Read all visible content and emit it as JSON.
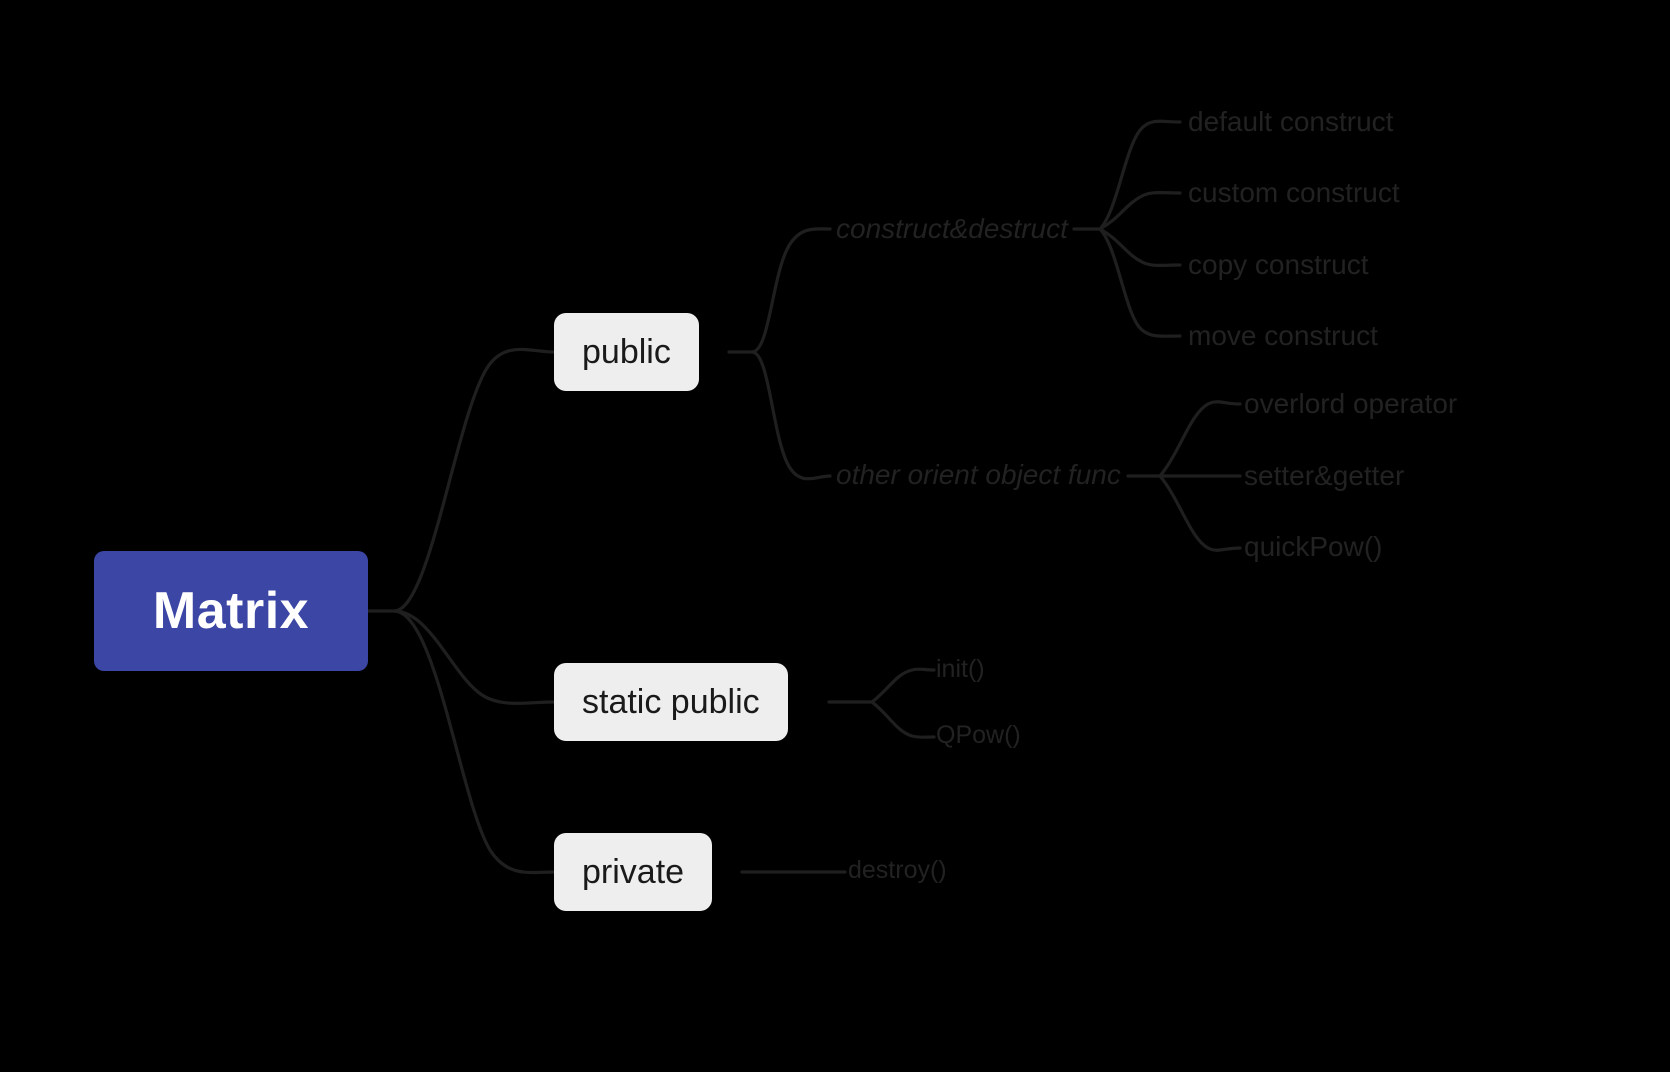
{
  "diagram": {
    "type": "mindmap",
    "title": "Matrix",
    "background_color": "#000000",
    "root_color": "#3b46a5",
    "branch_color": "#eeeeee",
    "line_color": "#1f1f1f",
    "text_color": "#222222"
  },
  "root": {
    "label": "Matrix"
  },
  "branches": {
    "public": {
      "label": "public"
    },
    "static_public": {
      "label": "static public"
    },
    "private": {
      "label": "private"
    }
  },
  "sublabels": {
    "construct_destruct": "construct&destruct",
    "other_orient_object_func": "other orient object func"
  },
  "leaves": {
    "default_construct": "default construct",
    "custom_construct": "custom construct",
    "copy_construct": "copy construct",
    "move_construct": "move construct",
    "overlord_operator": "overlord operator",
    "setter_getter": "setter&getter",
    "quick_pow": "quickPow()",
    "init": "init()",
    "qpow": "QPow()",
    "destroy": "destroy()"
  },
  "chart_data": {
    "type": "table",
    "title": "Matrix",
    "nodes": [
      {
        "id": "root",
        "label": "Matrix",
        "level": 0,
        "style": "filled-blue",
        "children": [
          "public",
          "static public",
          "private"
        ]
      },
      {
        "id": "public",
        "label": "public",
        "level": 1,
        "style": "filled-gray",
        "children": [
          "construct&destruct",
          "other orient object func"
        ]
      },
      {
        "id": "construct&destruct",
        "label": "construct&destruct",
        "level": 2,
        "style": "italic-text",
        "children": [
          "default construct",
          "custom construct",
          "copy construct",
          "move construct"
        ]
      },
      {
        "id": "default construct",
        "label": "default construct",
        "level": 3,
        "style": "text",
        "children": []
      },
      {
        "id": "custom construct",
        "label": "custom construct",
        "level": 3,
        "style": "text",
        "children": []
      },
      {
        "id": "copy construct",
        "label": "copy construct",
        "level": 3,
        "style": "text",
        "children": []
      },
      {
        "id": "move construct",
        "label": "move construct",
        "level": 3,
        "style": "text",
        "children": []
      },
      {
        "id": "other orient object func",
        "label": "other orient object func",
        "level": 2,
        "style": "italic-text",
        "children": [
          "overlord operator",
          "setter&getter",
          "quickPow()"
        ]
      },
      {
        "id": "overlord operator",
        "label": "overlord operator",
        "level": 3,
        "style": "text",
        "children": []
      },
      {
        "id": "setter&getter",
        "label": "setter&getter",
        "level": 3,
        "style": "text",
        "children": []
      },
      {
        "id": "quickPow()",
        "label": "quickPow()",
        "level": 3,
        "style": "text",
        "children": []
      },
      {
        "id": "static public",
        "label": "static public",
        "level": 1,
        "style": "filled-gray",
        "children": [
          "init()",
          "QPow()"
        ]
      },
      {
        "id": "init()",
        "label": "init()",
        "level": 2,
        "style": "text",
        "children": []
      },
      {
        "id": "QPow()",
        "label": "QPow()",
        "level": 2,
        "style": "text",
        "children": []
      },
      {
        "id": "private",
        "label": "private",
        "level": 1,
        "style": "filled-gray",
        "children": [
          "destroy()"
        ]
      },
      {
        "id": "destroy()",
        "label": "destroy()",
        "level": 2,
        "style": "text",
        "children": []
      }
    ]
  }
}
